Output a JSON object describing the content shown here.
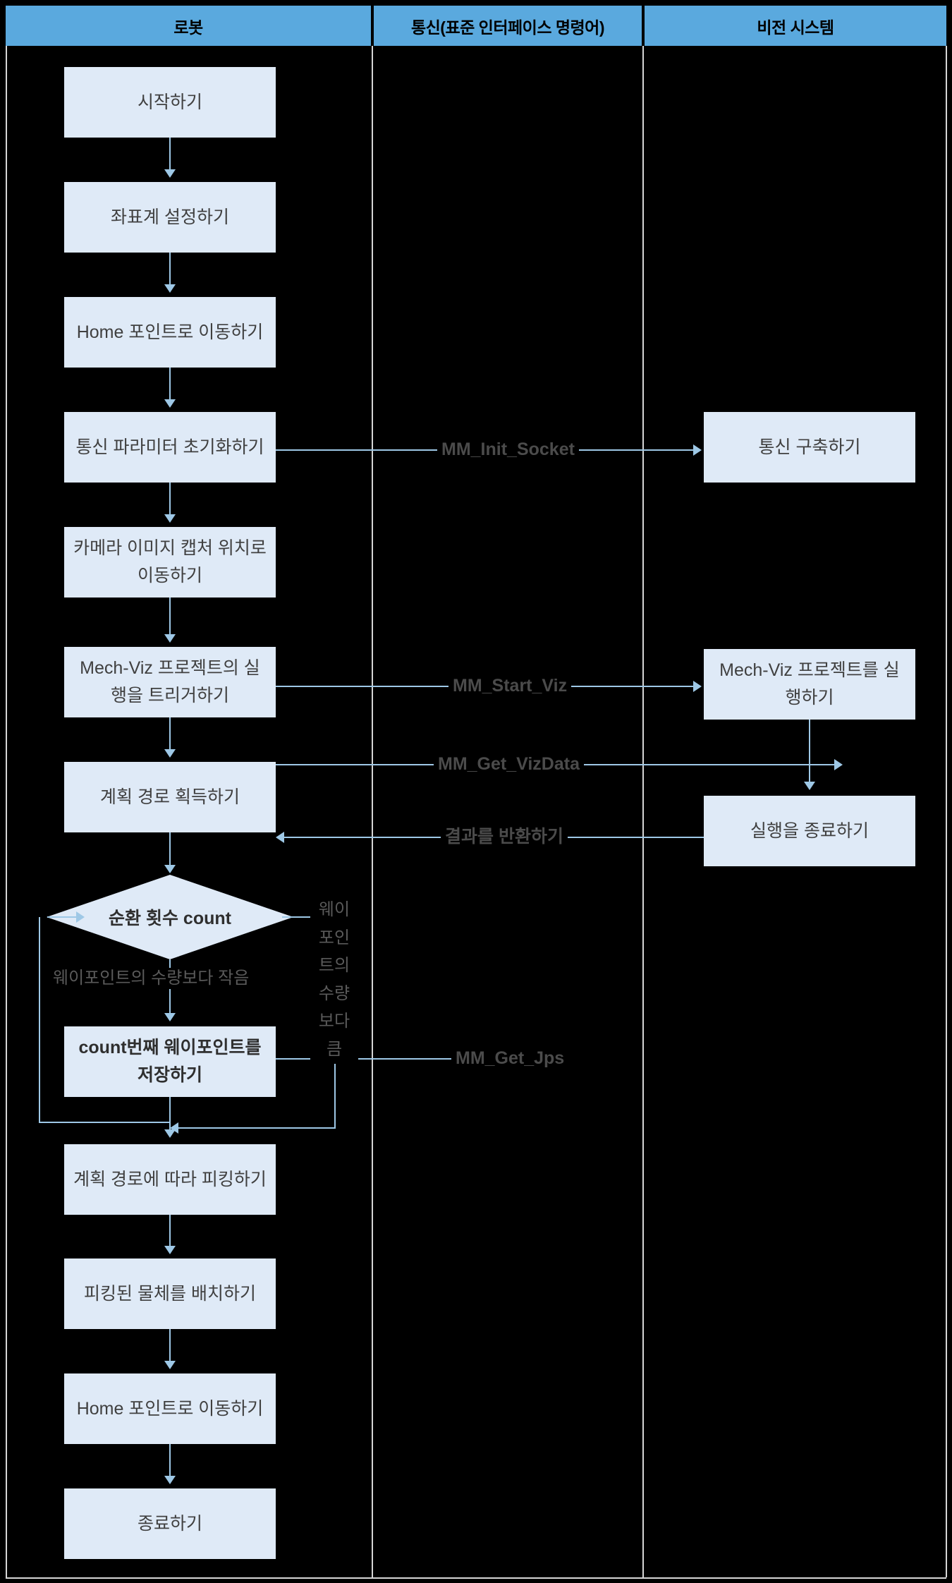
{
  "diagram": {
    "type": "swimlane-flowchart",
    "title": "Robot / Communication / Vision System pick-and-place flow",
    "colors": {
      "lane_header_bg": "#5aa9de",
      "node_bg": "#dfeaf7",
      "connector": "#9ec8e6",
      "canvas": "#000000",
      "node_text": "#404040",
      "label_text": "#4b4b4b"
    },
    "lanes": [
      {
        "id": "robot",
        "label": "로봇"
      },
      {
        "id": "comm",
        "label": "통신(표준 인터페이스 명령어)"
      },
      {
        "id": "vision",
        "label": "비전 시스템"
      }
    ],
    "robot_nodes": [
      {
        "id": "start",
        "label": "시작하기",
        "shape": "rect"
      },
      {
        "id": "set-frame",
        "label": "좌표계 설정하기",
        "shape": "rect"
      },
      {
        "id": "home-1",
        "label": "Home 포인트로 이동하기",
        "shape": "rect"
      },
      {
        "id": "init-comm",
        "label": "통신 파라미터 초기화하기",
        "shape": "rect"
      },
      {
        "id": "move-capture",
        "label": "카메라 이미지 캡처 위치로 이동하기",
        "shape": "rect"
      },
      {
        "id": "trigger-viz",
        "label": "Mech-Viz 프로젝트의 실행을 트리거하기",
        "shape": "rect"
      },
      {
        "id": "get-path",
        "label": "계획 경로 획득하기",
        "shape": "rect"
      },
      {
        "id": "loop-count",
        "label": "순환 횟수 count",
        "shape": "diamond"
      },
      {
        "id": "save-wp",
        "label": "count번째 웨이포인트를 저장하기",
        "shape": "rect"
      },
      {
        "id": "pick",
        "label": "계획 경로에 따라 피킹하기",
        "shape": "rect"
      },
      {
        "id": "place",
        "label": "피킹된 물체를 배치하기",
        "shape": "rect"
      },
      {
        "id": "home-2",
        "label": "Home 포인트로 이동하기",
        "shape": "rect"
      },
      {
        "id": "end",
        "label": "종료하기",
        "shape": "rect"
      }
    ],
    "vision_nodes": [
      {
        "id": "build-comm",
        "label": "통신 구축하기"
      },
      {
        "id": "run-viz",
        "label": "Mech-Viz 프로젝트를 실행하기"
      },
      {
        "id": "stop-run",
        "label": "실행을 종료하기"
      }
    ],
    "messages": [
      {
        "id": "m1",
        "label": "MM_Init_Socket",
        "from": "init-comm",
        "to": "build-comm",
        "direction": "right"
      },
      {
        "id": "m2",
        "label": "MM_Start_Viz",
        "from": "trigger-viz",
        "to": "run-viz",
        "direction": "right"
      },
      {
        "id": "m3",
        "label": "MM_Get_VizData",
        "from": "get-path",
        "to": "run-viz",
        "direction": "right"
      },
      {
        "id": "m4",
        "label": "결과를 반환하기",
        "from": "stop-run",
        "to": "get-path",
        "direction": "left"
      },
      {
        "id": "m5",
        "label": "MM_Get_Jps",
        "from": "save-wp",
        "to": "comm-lane",
        "direction": "right"
      }
    ],
    "branch_labels": [
      {
        "id": "b-less",
        "label": "웨이포인트의 수량보다 작음",
        "from": "loop-count",
        "to": "save-wp",
        "orientation": "horizontal"
      },
      {
        "id": "b-greater",
        "label": "웨이포인트의 수량보다 큼",
        "from": "loop-count",
        "to": "pick",
        "orientation": "vertical-stacked"
      }
    ]
  }
}
